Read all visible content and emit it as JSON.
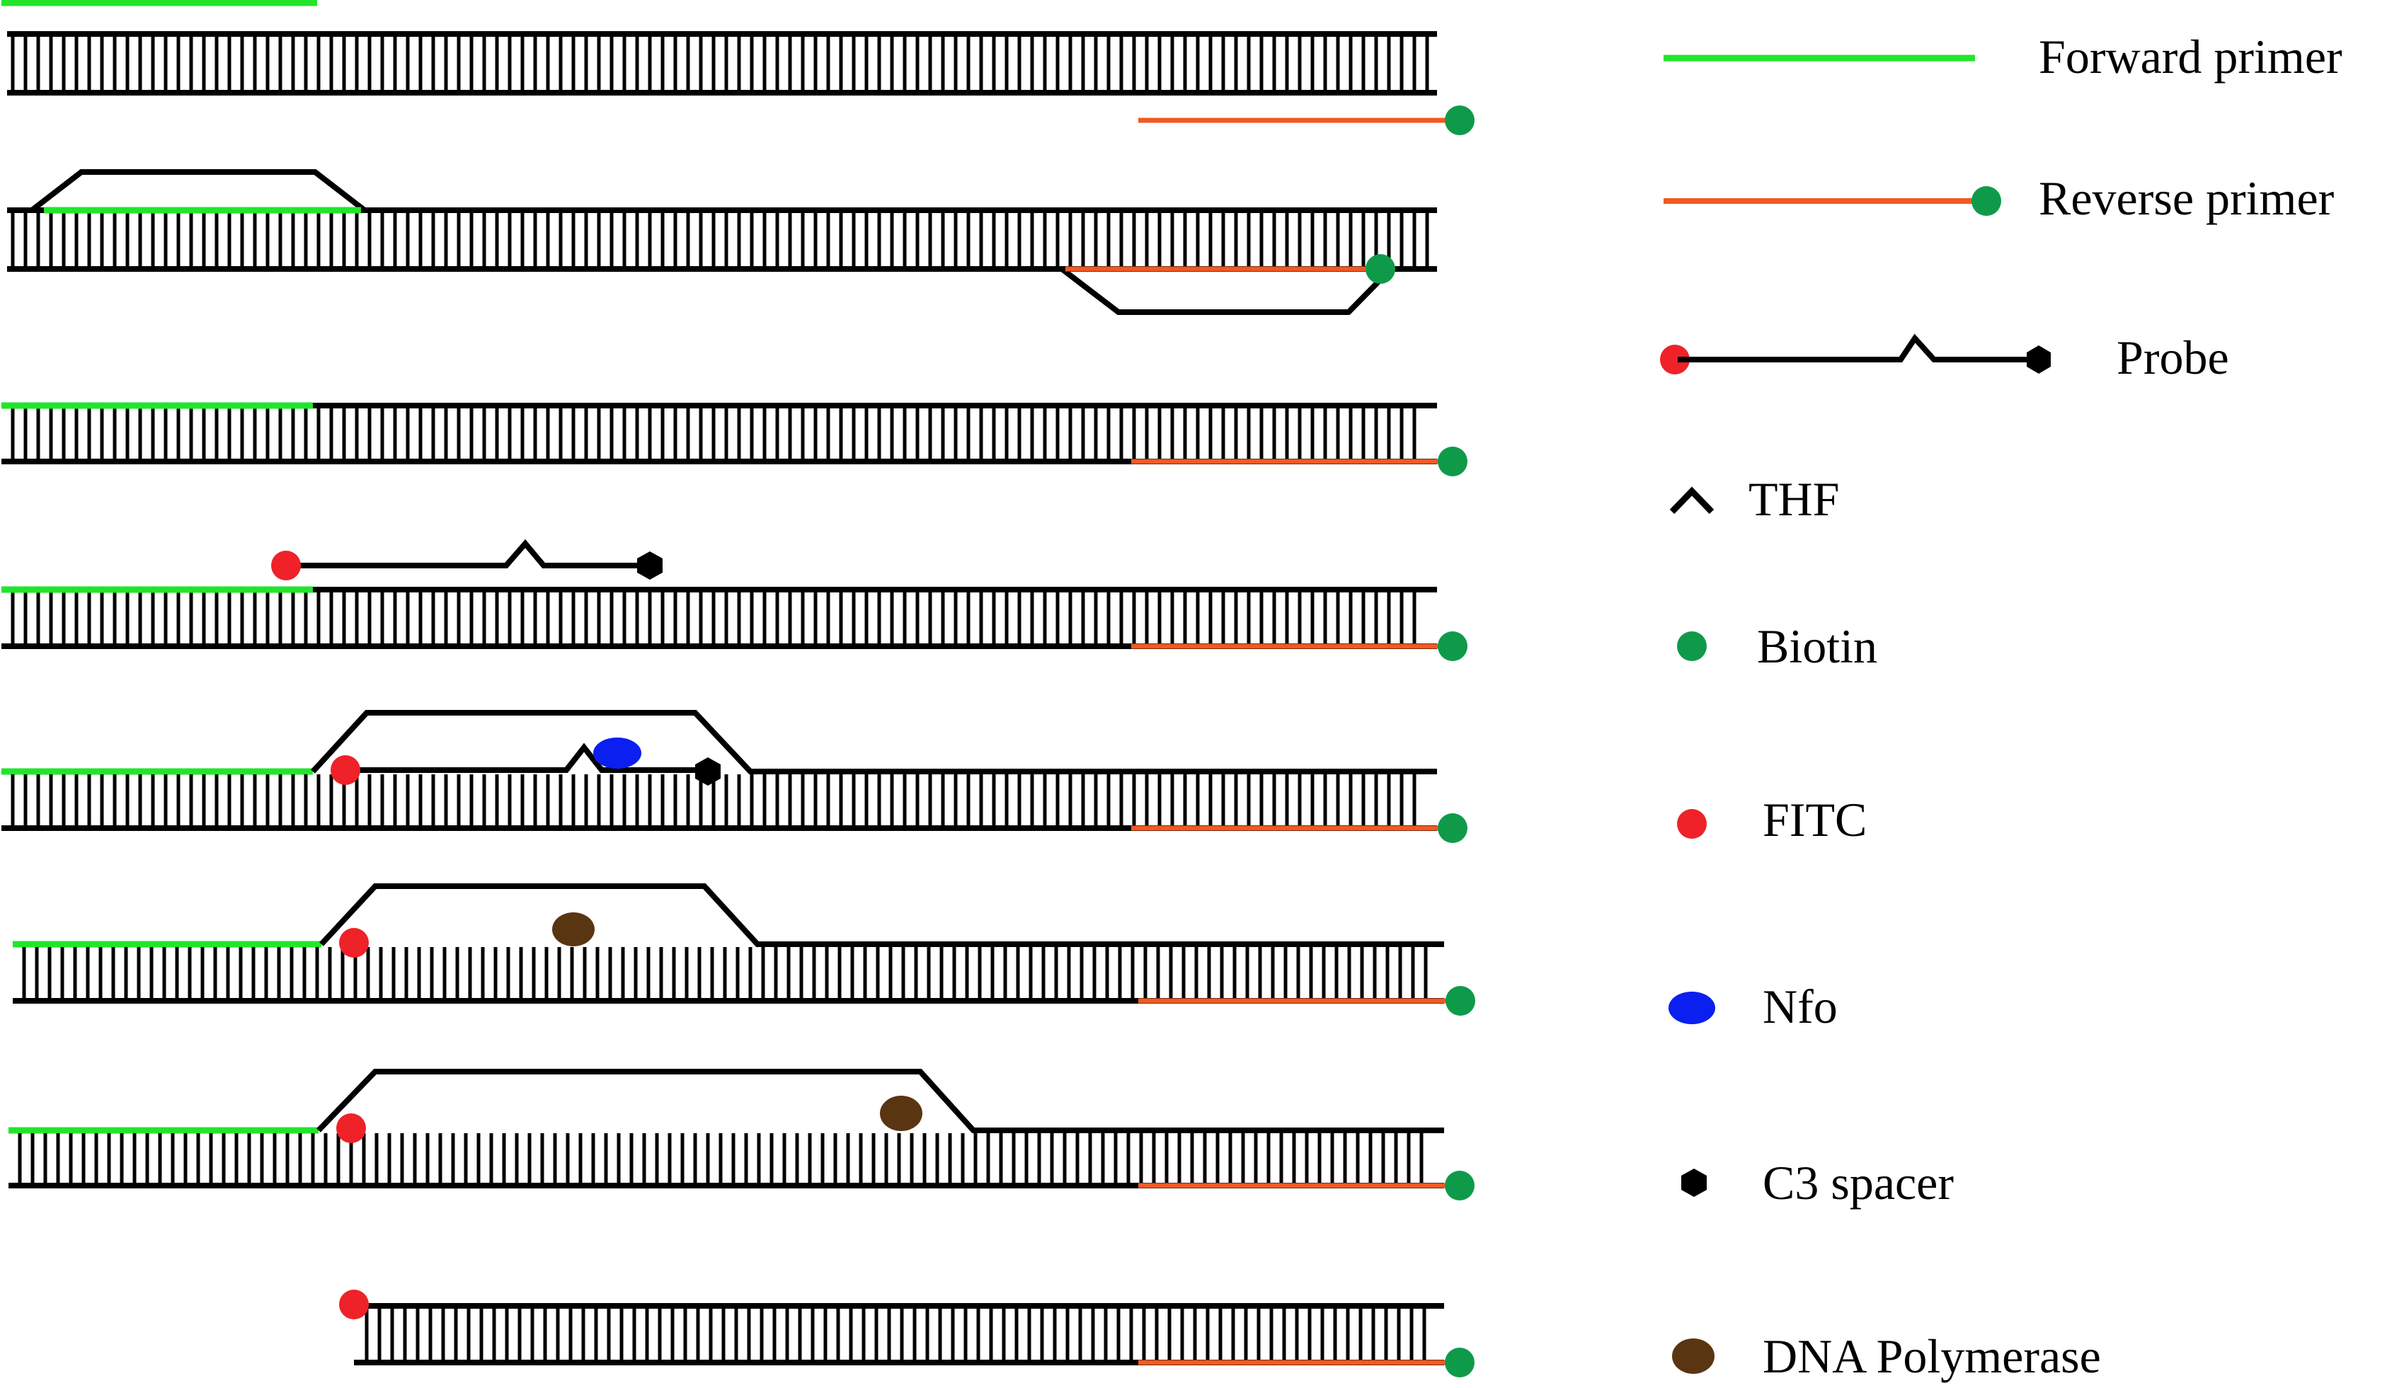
{
  "legend": {
    "forward_primer": {
      "label": "Forward primer",
      "color": "#22e52b"
    },
    "reverse_primer": {
      "label": "Reverse primer",
      "color": "#f05a23"
    },
    "probe": {
      "label": "Probe"
    },
    "thf": {
      "label": "THF"
    },
    "biotin": {
      "label": "Biotin",
      "color": "#0f9a4a"
    },
    "fitc": {
      "label": "FITC",
      "color": "#ee2228"
    },
    "nfo": {
      "label": "Nfo",
      "color": "#0a1ff0"
    },
    "c3_spacer": {
      "label": "C3 spacer",
      "color": "#000000"
    },
    "dna_polymerase": {
      "label": "DNA Polymerase",
      "color": "#5a3512"
    }
  },
  "icons": {
    "biotin": "green-dot",
    "fitc": "red-dot",
    "nfo": "blue-ellipse",
    "c3_spacer": "black-hexagon",
    "dna_polymerase": "brown-ellipse",
    "thf": "caret"
  },
  "stroke_color": "#000000"
}
